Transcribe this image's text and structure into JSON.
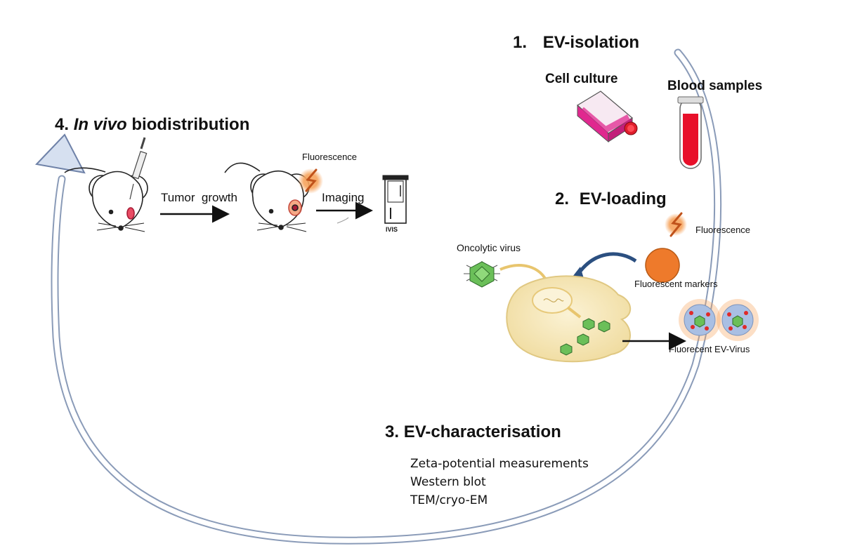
{
  "steps": {
    "isolation": {
      "number": "1.",
      "title": "EV-isolation",
      "cell_culture": "Cell culture",
      "blood_samples": "Blood samples"
    },
    "loading": {
      "number": "2.",
      "title": "EV-loading",
      "fluorescence": "Fluorescence",
      "oncolytic_virus": "Oncolytic virus",
      "fluorescent_markers": "Fluorescent  markers",
      "fluorescent_ev_virus": "Fluorecent EV-Virus"
    },
    "characterisation": {
      "number": "3.",
      "title": "EV-characterisation",
      "methods": [
        "Zeta-potential measurements",
        "Western blot",
        "TEM/cryo-EM"
      ]
    },
    "biodistribution": {
      "number": "4.",
      "title_italic": "In vivo",
      "title_rest": " biodistribution",
      "tumor_growth": "Tumor  growth",
      "fluorescence": "Fluorescence",
      "imaging": "Imaging",
      "device": "IVIS"
    }
  },
  "colors": {
    "cycle_arrow": "#cdd7ea",
    "flask_liquid": "#e0288f",
    "blood": "#e8102a",
    "marker": "#ee7a2b",
    "virus": "#6bbf59",
    "cell": "#f5e6b8",
    "ev": "#a9bfe3"
  }
}
